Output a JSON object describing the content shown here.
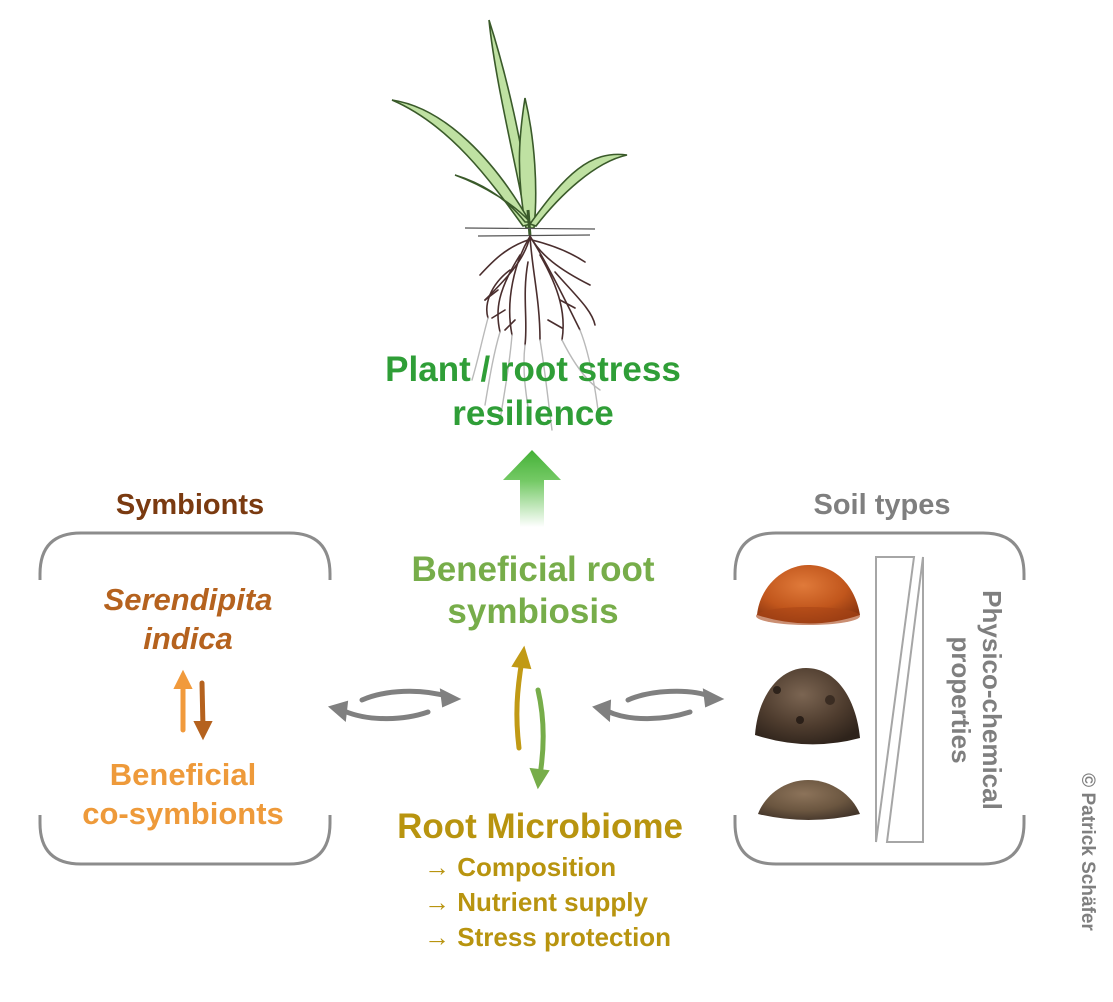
{
  "plant": {
    "outcome_line1": "Plant / root stress",
    "outcome_line2": "resilience",
    "outcome_color": "#2f9e37"
  },
  "symbionts": {
    "title": "Symbionts",
    "species_line1": "Serendipita",
    "species_line2": "indica",
    "co_line1": "Beneficial",
    "co_line2": "co-symbionts",
    "title_color": "#7a3a10",
    "species_color": "#b5621e",
    "co_color": "#ee9a3a"
  },
  "symbiosis": {
    "line1": "Beneficial root",
    "line2": "symbiosis",
    "color": "#77ad4a"
  },
  "microbiome": {
    "title": "Root Microbiome",
    "items": [
      "Composition",
      "Nutrient supply",
      "Stress protection"
    ],
    "bullet": "→",
    "color": "#b8940f"
  },
  "soil": {
    "title": "Soil types",
    "properties_line1": "Physico-chemical",
    "properties_line2": "properties",
    "color": "#7f7f7f",
    "sample_colors": [
      "#c1561c",
      "#5a4636",
      "#6b5640"
    ]
  },
  "credit": "© Patrick Schäfer"
}
